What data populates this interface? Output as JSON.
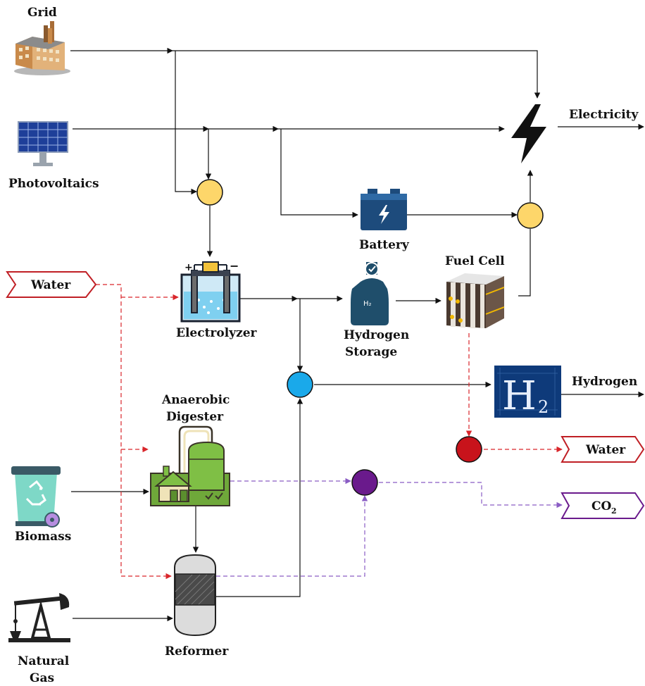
{
  "labels": {
    "grid": "Grid",
    "photovoltaics": "Photovoltaics",
    "electricity": "Electricity",
    "battery": "Battery",
    "fuel_cell": "Fuel Cell",
    "electrolyzer": "Electrolyzer",
    "hydrogen_storage_1": "Hydrogen",
    "hydrogen_storage_2": "Storage",
    "hydrogen": "Hydrogen",
    "anaerobic_digester_1": "Anaerobic",
    "anaerobic_digester_2": "Digester",
    "biomass": "Biomass",
    "reformer": "Reformer",
    "natural_gas_1": "Natural",
    "natural_gas_2": "Gas",
    "water_in": "Water",
    "water_out": "Water",
    "co2_main": "CO",
    "co2_sub": "2",
    "h2_panel_main": "H",
    "h2_panel_sub": "2",
    "tank_h2": "H₂"
  },
  "colors": {
    "electric_flow": "#111111",
    "water_flow": "#d9262b",
    "co2_flow": "#8a5cc4",
    "electric_junction": "#fdd66a",
    "hydrogen_junction": "#1aa9ea",
    "water_junction": "#c8131b",
    "co2_junction": "#6a1a8c",
    "water_tag_border": "#c01f25",
    "co2_tag_border": "#6a1a8c"
  }
}
